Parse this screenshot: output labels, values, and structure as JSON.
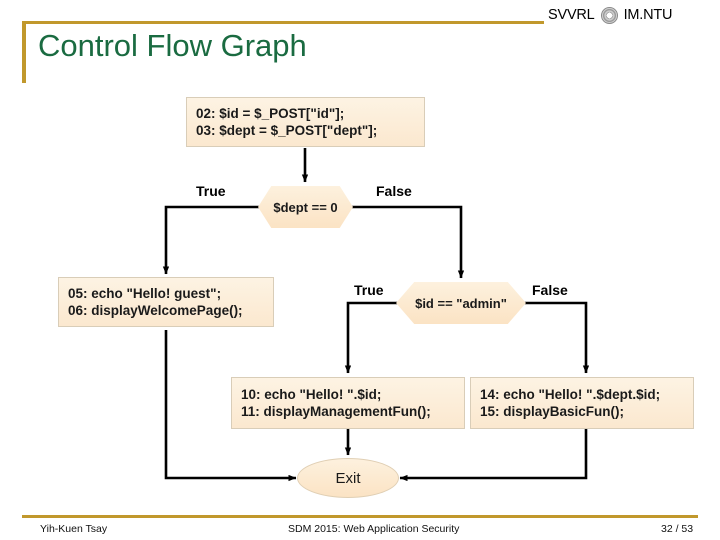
{
  "header": {
    "brand_left": "SVVRL",
    "brand_right": "IM.NTU",
    "logo_name": "ntu-seal-logo",
    "title": "Control Flow Graph",
    "accent_color": "#c1982c",
    "title_color": "#1a6b41"
  },
  "diagram": {
    "type": "control-flow-graph",
    "node_fill": "#fbe8cf",
    "edge_color": "#000000",
    "nodes": [
      {
        "id": "stmt-02-03",
        "shape": "rect",
        "lines": [
          "02:  $id = $_POST[\"id\"];",
          "03:  $dept = $_POST[\"dept\"];"
        ]
      },
      {
        "id": "cond-dept",
        "shape": "hexagon",
        "text": "$dept == 0"
      },
      {
        "id": "stmt-05-06",
        "shape": "rect",
        "lines": [
          "05:  echo \"Hello! guest\";",
          "06:  displayWelcomePage();"
        ]
      },
      {
        "id": "cond-id",
        "shape": "hexagon",
        "text": "$id == \"admin\""
      },
      {
        "id": "stmt-10-11",
        "shape": "rect",
        "lines": [
          "10:  echo \"Hello! \".$id;",
          "11:  displayManagementFun();"
        ]
      },
      {
        "id": "stmt-14-15",
        "shape": "rect",
        "lines": [
          "14:  echo \"Hello! \".$dept.$id;",
          "15:  displayBasicFun();"
        ]
      },
      {
        "id": "exit-node",
        "shape": "ellipse",
        "text": "Exit"
      }
    ],
    "edge_labels": {
      "dept_true": "True",
      "dept_false": "False",
      "id_true": "True",
      "id_false": "False"
    }
  },
  "footer": {
    "author": "Yih-Kuen Tsay",
    "center": "SDM 2015: Web Application Security",
    "page": "32 / 53"
  }
}
